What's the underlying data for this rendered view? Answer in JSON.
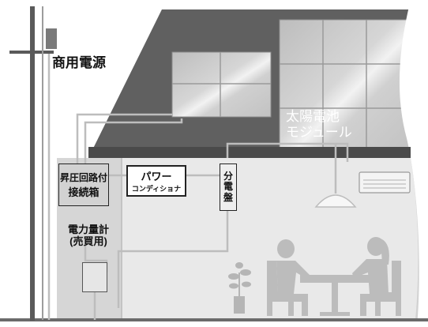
{
  "labels": {
    "grid": "商用電源",
    "solar_module": [
      "太陽電池",
      "モジュール"
    ],
    "junction_box": [
      "昇圧回路付",
      "接続箱"
    ],
    "power_conditioner": [
      "パワー",
      "コンディショナ"
    ],
    "distribution_board": [
      "分",
      "電",
      "盤"
    ],
    "meter": [
      "電力量計",
      "(売買用)"
    ]
  },
  "colors": {
    "roof": "#636363",
    "roof_edge": "#4a4a4a",
    "wall": "#d2d2d2",
    "interior": "#e9e9e9",
    "wire": "#bdbdbd",
    "pole": "#5a5a5a",
    "silhouette": "#bcbcbc",
    "panel": "#c9c9c9",
    "panel_grid": "#9a9a9a"
  },
  "icons": [
    "utility-pole-icon",
    "solar-panel-icon",
    "air-conditioner-icon",
    "pendant-lamp-icon",
    "plant-icon",
    "person-silhouette-icon",
    "table-chairs-icon"
  ]
}
